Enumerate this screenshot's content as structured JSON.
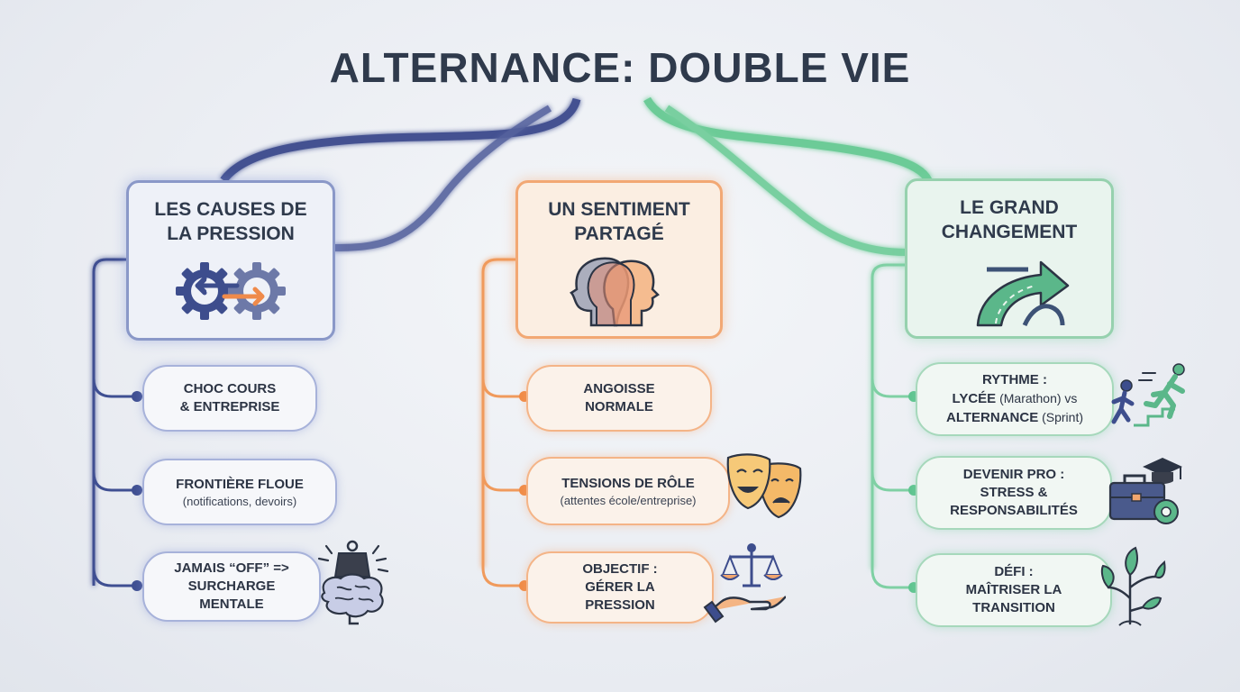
{
  "title": "ALTERNANCE: DOUBLE VIE",
  "colors": {
    "blue": "#3b4a8c",
    "orange": "#f08a45",
    "green": "#5ec48f",
    "title": "#2f3a4c"
  },
  "branches": [
    {
      "title_line1": "LES CAUSES DE",
      "title_line2": "LA PRESSION",
      "icon": "gears-arrows-icon",
      "items": [
        {
          "title": "CHOC COURS",
          "title2": "& ENTREPRISE"
        },
        {
          "title": "FRONTIÈRE FLOUE",
          "subtitle": "(notifications, devoirs)"
        },
        {
          "title": "JAMAIS “OFF” =>",
          "title2": "SURCHARGE",
          "title3": "MENTALE",
          "icon": "brain-weight-icon"
        }
      ]
    },
    {
      "title_line1": "UN SENTIMENT",
      "title_line2": "PARTAGÉ",
      "icon": "overlapping-heads-icon",
      "items": [
        {
          "title": "ANGOISSE",
          "title2": "NORMALE"
        },
        {
          "title": "TENSIONS DE RÔLE",
          "subtitle": "(attentes école/entreprise)",
          "icon": "theater-masks-icon"
        },
        {
          "title": "OBJECTIF :",
          "title2": "GÉRER LA",
          "title3": "PRESSION",
          "icon": "hand-scale-icon"
        }
      ]
    },
    {
      "title_line1": "LE GRAND",
      "title_line2": "CHANGEMENT",
      "icon": "road-arrow-icon",
      "items": [
        {
          "line1": "RYTHME :",
          "line2_bold": "LYCÉE",
          "line2_norm": " (Marathon) vs",
          "line3_bold": "ALTERNANCE",
          "line3_norm": " (Sprint)",
          "icon": "runner-icon"
        },
        {
          "title": "DEVENIR PRO :",
          "title2": "STRESS &",
          "title3": "RESPONSABILITÉS",
          "icon": "briefcase-cap-icon"
        },
        {
          "title": "DÉFI :",
          "title2": "MAÎTRISER LA",
          "title3": "TRANSITION",
          "icon": "sprout-icon"
        }
      ]
    }
  ]
}
